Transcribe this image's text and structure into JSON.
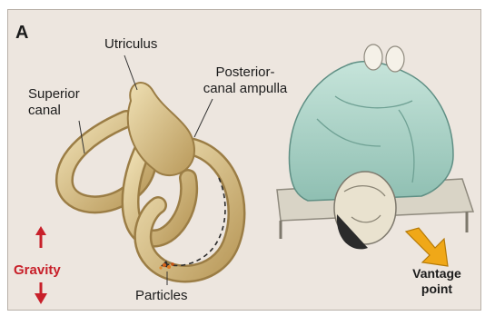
{
  "figure": {
    "panel_letter": "A",
    "labels": {
      "utriculus": "Utriculus",
      "superior_canal": [
        "Superior",
        "canal"
      ],
      "posterior_canal_ampulla": [
        "Posterior-",
        "canal ampulla"
      ],
      "particles": "Particles",
      "gravity": "Gravity",
      "vantage_point": [
        "Vantage",
        "point"
      ]
    }
  },
  "colors": {
    "background": "#ede6df",
    "canal": "#d8c08a",
    "gravity_arrow": "#c8202a",
    "vantage_arrow": "#f0a818",
    "gown": "#a8d0c4"
  },
  "icons": [
    "gravity-arrow-icon",
    "vantage-arrow-icon"
  ]
}
